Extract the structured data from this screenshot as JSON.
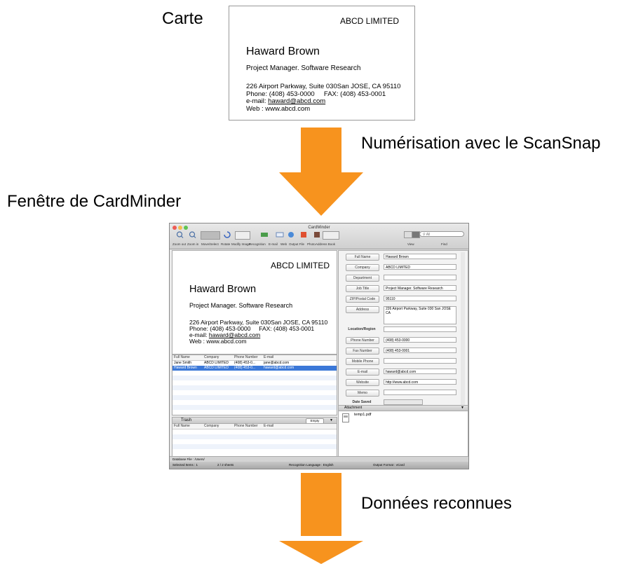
{
  "labels": {
    "carte": "Carte",
    "scan": "Numérisation avec le ScanSnap",
    "fenetre": "Fenêtre de CardMinder",
    "donnees": "Données reconnues"
  },
  "card": {
    "company": "ABCD LIMITED",
    "name": "Haward Brown",
    "title": "Project Manager. Software Research",
    "address": "226 Airport Parkway, Suite 030San JOSE, CA 95110",
    "phone": "Phone: (408) 453-0000",
    "fax": "FAX: (408) 453-0001",
    "email_label": "e-mail: ",
    "email": "haward@abcd.com",
    "web": "Web   : www.abcd.com"
  },
  "window": {
    "title": "CardMinder",
    "toolbar": [
      "Zoom out",
      "Zoom in",
      "Move/Select",
      "Rotate",
      "Modify Image",
      "Recognition",
      "E-mail",
      "Web",
      "Output File",
      "Photo",
      "Address Book"
    ],
    "view_label": "View",
    "find_label": "Find",
    "search_placeholder": "All",
    "list_headers": [
      "Full Name",
      "Company",
      "Phone Number",
      "E-mail"
    ],
    "rows": [
      [
        "Jane Smith",
        "ABCD LIMITED",
        "(408) 453-0...",
        "jane@abcd.com"
      ],
      [
        "Haward Brown",
        "ABCD LIMITED",
        "(408) 453-0...",
        "haward@abcd.com"
      ]
    ],
    "trash_label": "Trash",
    "empty_label": "Empty",
    "fields": [
      {
        "label": "Full Name",
        "value": "Haward Brown"
      },
      {
        "label": "Company",
        "value": "ABCD LIMITED"
      },
      {
        "label": "Department",
        "value": ""
      },
      {
        "label": "Job Title",
        "value": "Project Manager. Software Research"
      },
      {
        "label": "ZIP/Postal Code",
        "value": "95110"
      },
      {
        "label": "Address",
        "value": "226 Airport Parkway, Suite 030 San JOSE CA"
      },
      {
        "label": "Location/Region",
        "value": ""
      },
      {
        "label": "Phone Number",
        "value": "(408) 453-0000"
      },
      {
        "label": "Fax Number",
        "value": "(408) 453-0001"
      },
      {
        "label": "Mobile Phone",
        "value": ""
      },
      {
        "label": "E-mail",
        "value": "haward@abcd.com"
      },
      {
        "label": "Website",
        "value": "http://www.abcd.com"
      },
      {
        "label": "Memo",
        "value": ""
      },
      {
        "label": "Date Saved",
        "value": ""
      }
    ],
    "attachment_label": "Attachment",
    "attachment_file": "temp1.pdf",
    "database_file": "Database File : /Users/",
    "selected_items": "Selected Items : 1",
    "sheets": "2 / 2 sheets",
    "recognition_language": "Recognition Language : English",
    "output_format": "Output Format : vCard"
  },
  "colors": {
    "arrow": "#F7931E",
    "selection": "#3b78d8"
  }
}
